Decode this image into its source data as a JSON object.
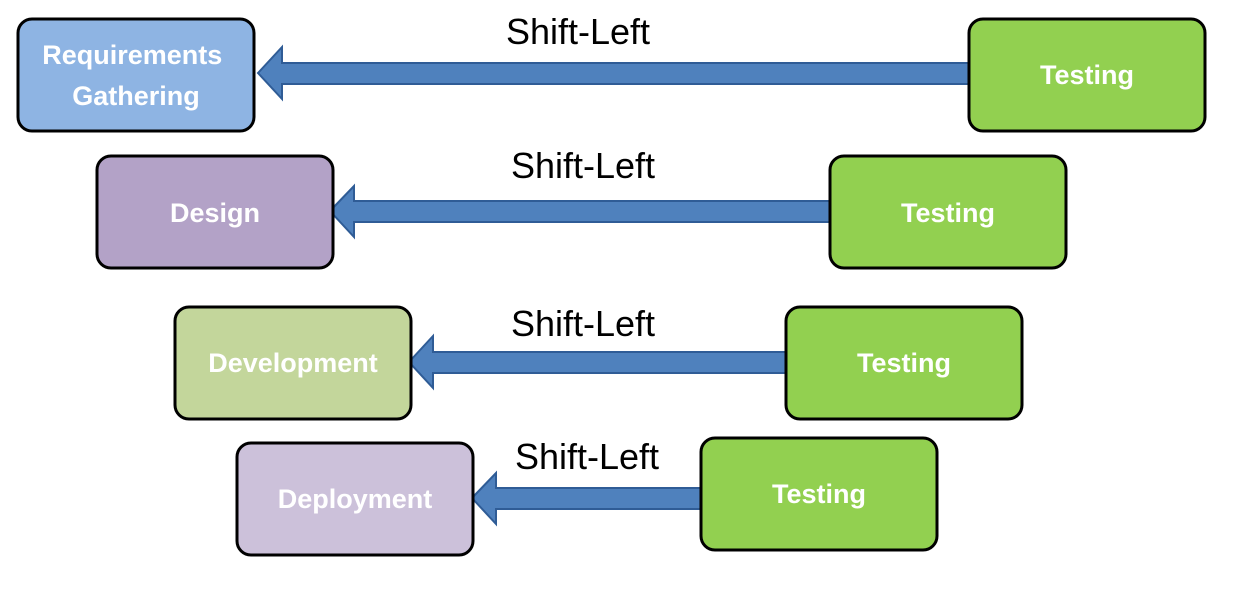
{
  "rows": [
    {
      "phase": {
        "lines": [
          "Requirements",
          "Gathering"
        ],
        "color": "#8eb4e3"
      },
      "arrow_label": "Shift-Left",
      "testing": {
        "label": "Testing",
        "color": "#92d050"
      }
    },
    {
      "phase": {
        "lines": [
          "Design"
        ],
        "color": "#b3a2c7"
      },
      "arrow_label": "Shift-Left",
      "testing": {
        "label": "Testing",
        "color": "#92d050"
      }
    },
    {
      "phase": {
        "lines": [
          "Development"
        ],
        "color": "#c3d69b"
      },
      "arrow_label": "Shift-Left",
      "testing": {
        "label": "Testing",
        "color": "#92d050"
      }
    },
    {
      "phase": {
        "lines": [
          "Deployment"
        ],
        "color": "#ccc1da"
      },
      "arrow_label": "Shift-Left",
      "testing": {
        "label": "Testing",
        "color": "#92d050"
      }
    }
  ],
  "colors": {
    "arrow_fill": "#4f81bd",
    "arrow_stroke": "#2f5c96",
    "box_border": "#000000"
  }
}
